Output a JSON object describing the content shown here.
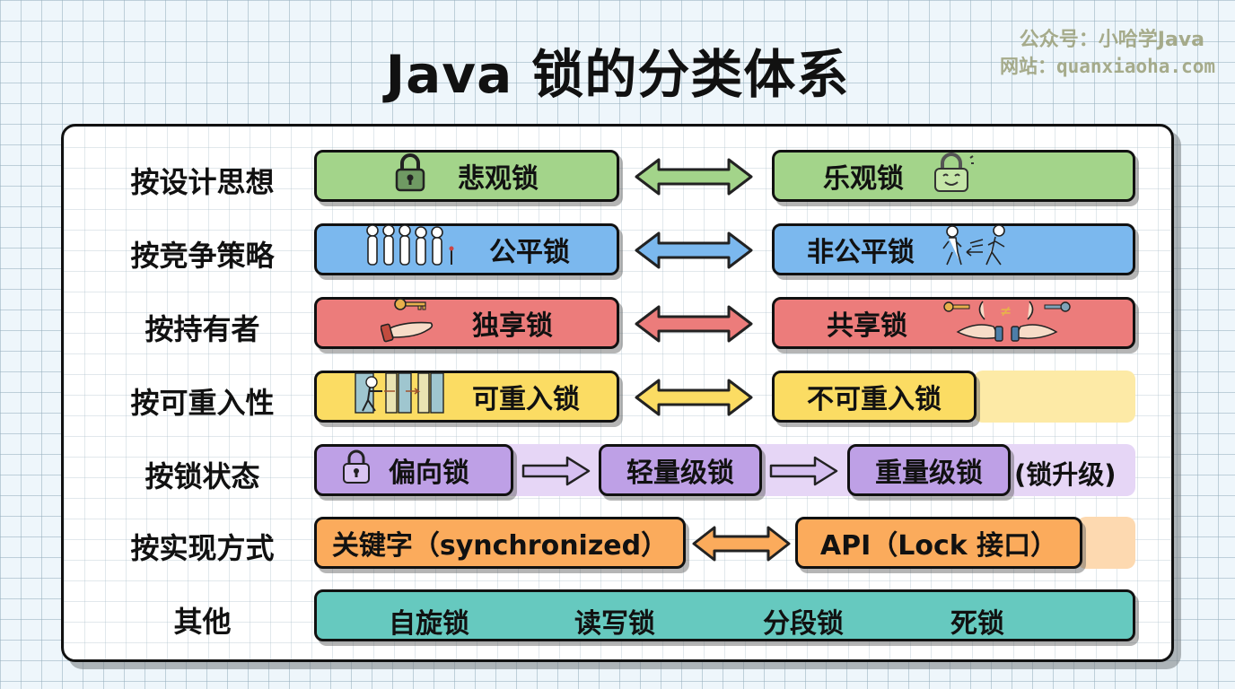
{
  "title": {
    "prefix": "Java",
    "main": " 锁的分类体系"
  },
  "watermark": {
    "line1": "公众号：小哈学Java",
    "line2": "网站：quanxiaoha.com"
  },
  "colors": {
    "green": "#a3d48a",
    "blue": "#7bb8ee",
    "red": "#ec7c7b",
    "yellow": "#fbdc63",
    "purple": "#bea0e6",
    "orange": "#fbab5c",
    "teal": "#66c9bf"
  },
  "rows": [
    {
      "label": "按设计思想",
      "left": {
        "text": "悲观锁",
        "icon": "padlock-icon"
      },
      "right": {
        "text": "乐观锁",
        "icon": "smiling-padlock-icon"
      }
    },
    {
      "label": "按竞争策略",
      "left": {
        "text": "公平锁",
        "icon": "queue-people-icon"
      },
      "right": {
        "text": "非公平锁",
        "icon": "cutting-in-line-icon"
      }
    },
    {
      "label": "按持有者",
      "left": {
        "text": "独享锁",
        "icon": "hand-key-icon"
      },
      "right": {
        "text": "共享锁",
        "icon": "shared-keys-hands-icon"
      }
    },
    {
      "label": "按可重入性",
      "left": {
        "text": "可重入锁",
        "icon": "doors-walk-icon"
      },
      "right": {
        "text": "不可重入锁"
      }
    },
    {
      "label": "按锁状态",
      "stages": [
        "偏向锁",
        "轻量级锁",
        "重量级锁"
      ],
      "note": "(锁升级)",
      "icon": "padlock-icon"
    },
    {
      "label": "按实现方式",
      "left": {
        "text": "关键字（synchronized）"
      },
      "right": {
        "text": "API（Lock 接口）"
      }
    },
    {
      "label": "其他",
      "items": [
        "自旋锁",
        "读写锁",
        "分段锁",
        "死锁"
      ]
    }
  ]
}
